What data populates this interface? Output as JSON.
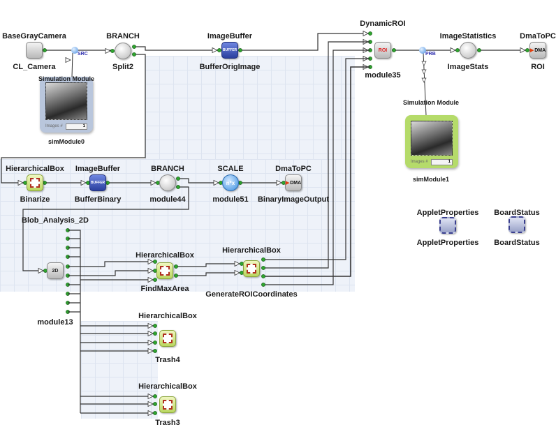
{
  "diagram": {
    "modules": [
      {
        "id": "camera",
        "type": "BaseGrayCamera",
        "name": "CL_Camera",
        "icon": "camera-icon",
        "style": "gray"
      },
      {
        "id": "split2",
        "type": "BRANCH",
        "name": "Split2",
        "icon": "branch-icon",
        "style": "branch"
      },
      {
        "id": "bufOrig",
        "type": "ImageBuffer",
        "name": "BufferOrigImage",
        "icon": "buffer-icon",
        "style": "buffer",
        "glyph": "BUFFER"
      },
      {
        "id": "droi",
        "type": "DynamicROI",
        "name": "module35",
        "icon": "roi-icon",
        "style": "gray",
        "glyph": "ROI"
      },
      {
        "id": "istats",
        "type": "ImageStatistics",
        "name": "ImageStats",
        "icon": "statistics-icon",
        "style": "branch"
      },
      {
        "id": "dmaRoi",
        "type": "DmaToPC",
        "name": "ROI",
        "icon": "dma-icon",
        "style": "dma",
        "glyph": "DMA"
      },
      {
        "id": "binarize",
        "type": "HierarchicalBox",
        "name": "Binarize",
        "icon": "hierarchical-box-icon",
        "style": "hbox"
      },
      {
        "id": "bufBin",
        "type": "ImageBuffer",
        "name": "BufferBinary",
        "icon": "buffer-icon",
        "style": "buffer",
        "glyph": "BUFFER"
      },
      {
        "id": "m44",
        "type": "BRANCH",
        "name": "module44",
        "icon": "branch-icon",
        "style": "branch"
      },
      {
        "id": "m51",
        "type": "SCALE",
        "name": "module51",
        "icon": "scale-icon",
        "style": "scale",
        "glyph": "n*x"
      },
      {
        "id": "dmaBin",
        "type": "DmaToPC",
        "name": "BinaryImageOutput",
        "icon": "dma-icon",
        "style": "dma",
        "glyph": "DMA"
      },
      {
        "id": "blob",
        "type": "Blob_Analysis_2D",
        "name": "module13",
        "icon": "blob-analysis-icon",
        "style": "gray",
        "glyph": "2D"
      },
      {
        "id": "fma",
        "type": "HierarchicalBox",
        "name": "FindMaxArea",
        "icon": "hierarchical-box-icon",
        "style": "hbox"
      },
      {
        "id": "groi",
        "type": "HierarchicalBox",
        "name": "GenerateROICoordinates",
        "icon": "hierarchical-box-icon",
        "style": "hbox"
      },
      {
        "id": "trash4",
        "type": "HierarchicalBox",
        "name": "Trash4",
        "icon": "hierarchical-box-icon",
        "style": "hbox"
      },
      {
        "id": "trash3",
        "type": "HierarchicalBox",
        "name": "Trash3",
        "icon": "hierarchical-box-icon",
        "style": "hbox"
      },
      {
        "id": "applet",
        "type": "AppletProperties",
        "name": "AppletProperties",
        "icon": "applet-properties-icon",
        "style": "prop"
      },
      {
        "id": "board",
        "type": "BoardStatus",
        "name": "BoardStatus",
        "icon": "board-status-icon",
        "style": "prop"
      }
    ],
    "simulation_modules": [
      {
        "id": "sim0",
        "type": "Simulation Module",
        "name": "simModule0",
        "counter_label": "Images #",
        "counter_value": "1",
        "color": "#b9c6dc"
      },
      {
        "id": "sim1",
        "type": "Simulation Module",
        "name": "simModule1",
        "counter_label": "Images #",
        "counter_value": "1",
        "color": "#b5db6a"
      }
    ],
    "probes": [
      {
        "id": "src",
        "label": "SRC"
      },
      {
        "id": "prb",
        "label": "PRB"
      }
    ],
    "colors": {
      "port": "#2fa52f",
      "wire": "#333333",
      "grid": "#eef2f9"
    }
  }
}
